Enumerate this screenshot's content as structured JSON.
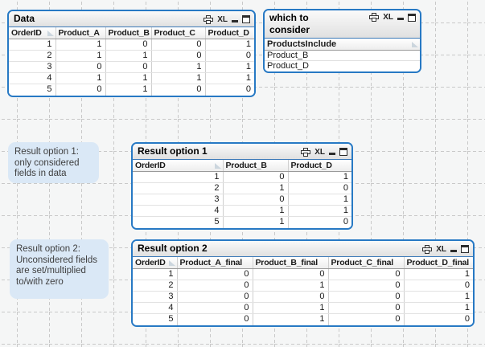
{
  "theme": {
    "page_background": "#f5f6f6",
    "grid_line_color": "#c9c9c9",
    "object_border_color": "#2779c4",
    "note_background": "#dae8f6",
    "note_text_color": "#3f3f3f"
  },
  "caption_controls": {
    "print": "printer",
    "excel_label": "XL",
    "minimize": "minimize",
    "maximize": "maximize"
  },
  "data_table": {
    "title": "Data",
    "sorted_column": "OrderID",
    "columns": [
      "OrderID",
      "Product_A",
      "Product_B",
      "Product_C",
      "Product_D"
    ],
    "rows": [
      [
        1,
        1,
        0,
        0,
        1
      ],
      [
        2,
        1,
        1,
        0,
        0
      ],
      [
        3,
        0,
        0,
        1,
        1
      ],
      [
        4,
        1,
        1,
        1,
        1
      ],
      [
        5,
        0,
        1,
        0,
        0
      ]
    ]
  },
  "filter_listbox": {
    "title": "which to\nconsider",
    "field_label": "ProductsInclude",
    "items": [
      "Product_B",
      "Product_D"
    ]
  },
  "result1_table": {
    "title": "Result option 1",
    "sorted_column": "OrderID",
    "columns": [
      "OrderID",
      "Product_B",
      "Product_D"
    ],
    "rows": [
      [
        1,
        0,
        1
      ],
      [
        2,
        1,
        0
      ],
      [
        3,
        0,
        1
      ],
      [
        4,
        1,
        1
      ],
      [
        5,
        1,
        0
      ]
    ]
  },
  "result2_table": {
    "title": "Result option 2",
    "sorted_column": "OrderID",
    "columns": [
      "OrderID",
      "Product_A_final",
      "Product_B_final",
      "Product_C_final",
      "Product_D_final"
    ],
    "rows": [
      [
        1,
        0,
        0,
        0,
        1
      ],
      [
        2,
        0,
        1,
        0,
        0
      ],
      [
        3,
        0,
        0,
        0,
        1
      ],
      [
        4,
        0,
        1,
        0,
        1
      ],
      [
        5,
        0,
        1,
        0,
        0
      ]
    ]
  },
  "notes": {
    "note1": "Result option 1:\nonly considered\nfields in data",
    "note2": "Result option 2:\nUnconsidered fields\nare set/multiplied\nto/with zero"
  }
}
